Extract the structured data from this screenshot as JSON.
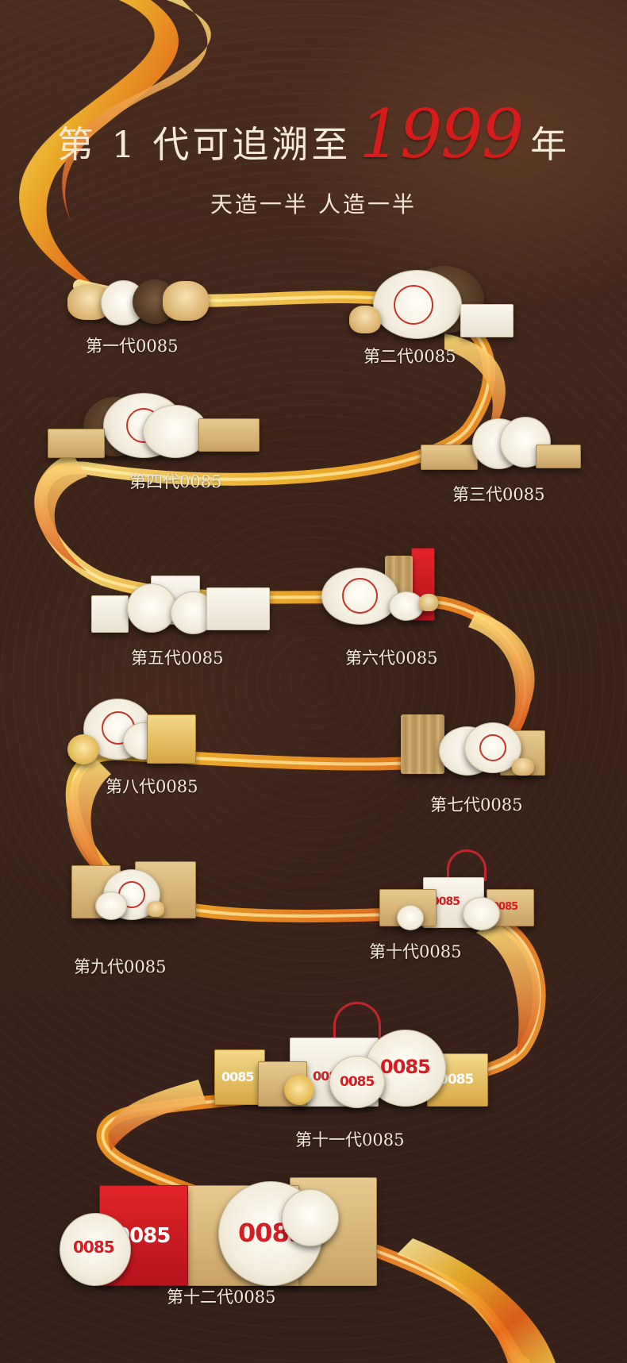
{
  "headline": {
    "pre": "第 1 代可追溯至",
    "year": "1999",
    "post": "年"
  },
  "subline": "天造一半  人造一半",
  "generations": [
    {
      "label": "第一代0085"
    },
    {
      "label": "第二代0085"
    },
    {
      "label": "第三代0085"
    },
    {
      "label": "第四代0085"
    },
    {
      "label": "第五代0085"
    },
    {
      "label": "第六代0085"
    },
    {
      "label": "第七代0085"
    },
    {
      "label": "第八代0085"
    },
    {
      "label": "第九代0085"
    },
    {
      "label": "第十代0085"
    },
    {
      "label": "第十一代0085"
    },
    {
      "label": "第十二代0085"
    }
  ],
  "package_mark": "0085",
  "colors": {
    "background": "#3b2319",
    "headline_text": "#f5ead8",
    "year_red": "#d41c1c",
    "ribbon_gold": "#f2b632",
    "ribbon_orange": "#e8621a"
  }
}
